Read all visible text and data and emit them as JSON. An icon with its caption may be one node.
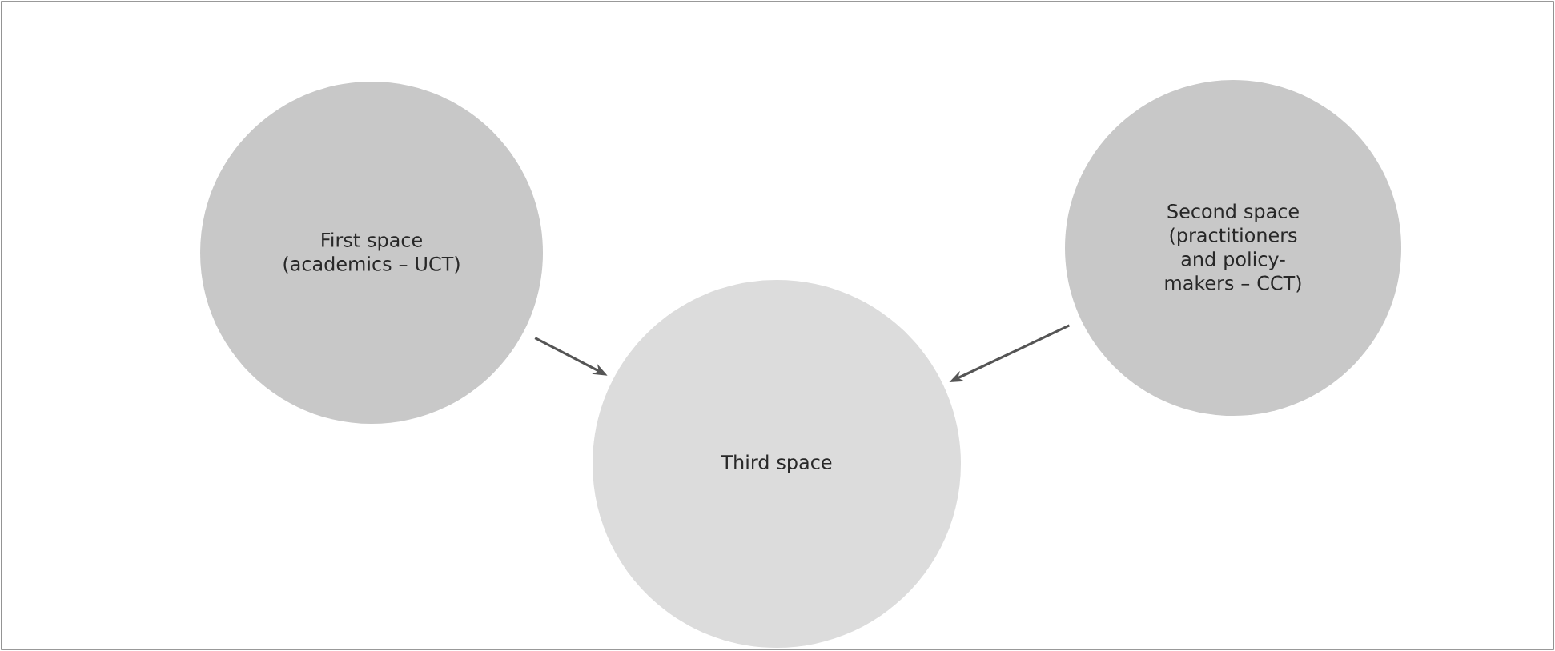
{
  "diagram": {
    "nodes": [
      {
        "text": [
          "First space (academics – UCT)"
        ]
      },
      {
        "text": [
          "Second space (practitioners and policy-makers – CCT)"
        ]
      },
      {
        "text": [
          "Third space"
        ]
      }
    ],
    "edges": [
      {
        "from": 0,
        "to": 2,
        "arrow": "to"
      },
      {
        "from": 1,
        "to": 2,
        "arrow": "to"
      }
    ]
  }
}
